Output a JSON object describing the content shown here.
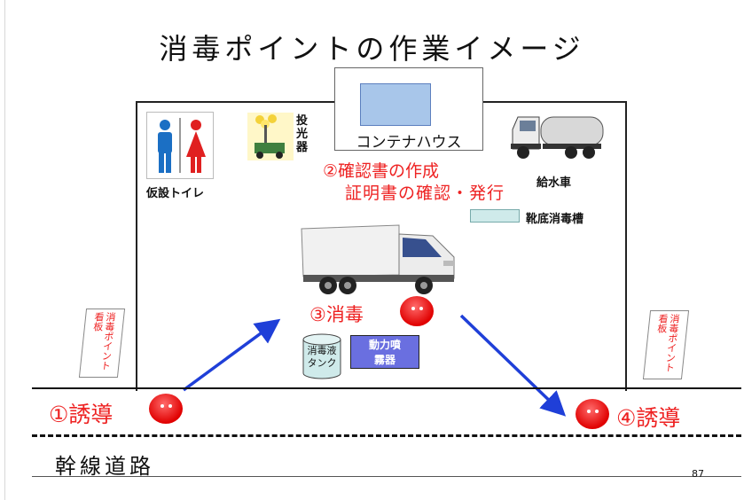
{
  "title": "消毒ポイントの作業イメージ",
  "facility": {
    "container_house": "コンテナハウス",
    "toilet": "仮設トイレ",
    "light_tower": "投光器",
    "water_truck": "給水車",
    "foot_bath": "靴底消毒槽",
    "disinfectant_tank": "消毒液タンク",
    "power_sprayer": "動力噴霧器"
  },
  "steps": {
    "step1": "①誘導",
    "step2_line1": "②確認書の作成",
    "step2_line2": "証明書の確認・発行",
    "step3": "③消毒",
    "step4": "④誘導"
  },
  "signs": {
    "left_sign": "消毒ポイント看板",
    "right_sign": "消毒ポイント看板"
  },
  "road_label": "幹線道路",
  "page_number": "87",
  "colors": {
    "accent_red": "#e22222",
    "arrow_blue": "#1f3fd8",
    "sprayer_blue": "#6a6fe0",
    "window_blue": "#a8c6ea",
    "tank_cyan": "#cfeaea"
  }
}
